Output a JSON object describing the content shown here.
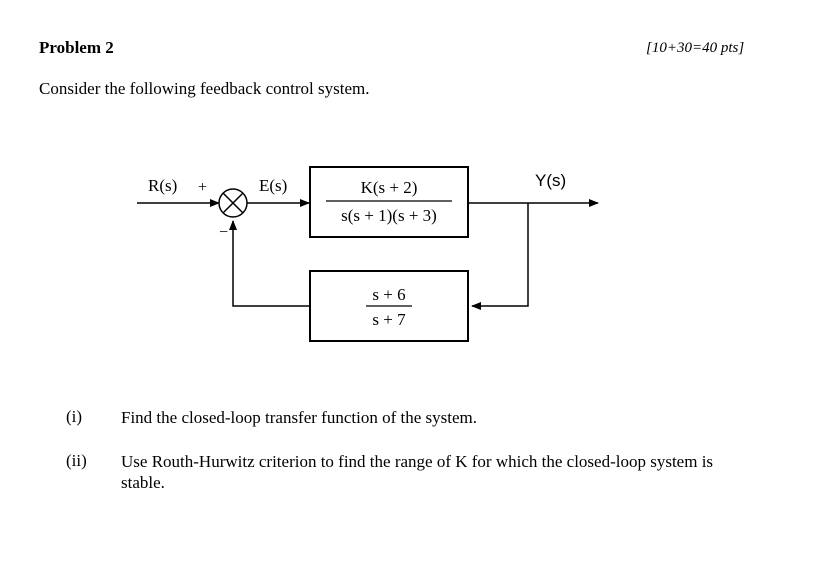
{
  "header": {
    "title": "Problem 2",
    "points": "[10+30=40 pts]"
  },
  "intro": "Consider the following feedback control system.",
  "diagram": {
    "input_label": "R(s)",
    "plus_sign": "+",
    "minus_sign": "−",
    "error_label": "E(s)",
    "output_label": "Y(s)",
    "forward_numerator": "K(s + 2)",
    "forward_denominator": "s(s + 1)(s + 3)",
    "feedback_numerator": "s + 6",
    "feedback_denominator": "s + 7"
  },
  "questions": [
    {
      "number": "(i)",
      "text": "Find the closed-loop transfer function of the system."
    },
    {
      "number": "(ii)",
      "text": "Use Routh-Hurwitz criterion to find the range of K for which the closed-loop system is stable."
    }
  ]
}
